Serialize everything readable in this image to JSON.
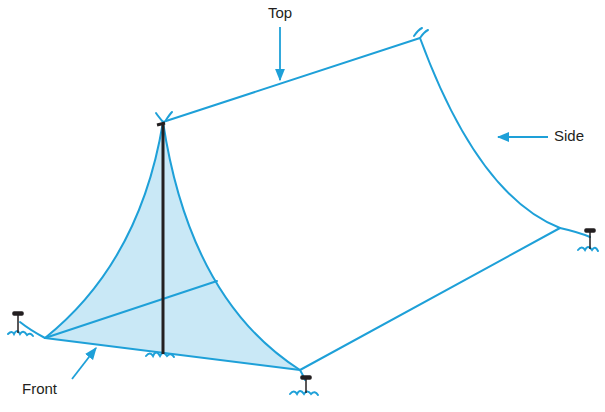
{
  "diagram": {
    "labels": [
      "Top",
      "Side",
      "Front"
    ]
  }
}
